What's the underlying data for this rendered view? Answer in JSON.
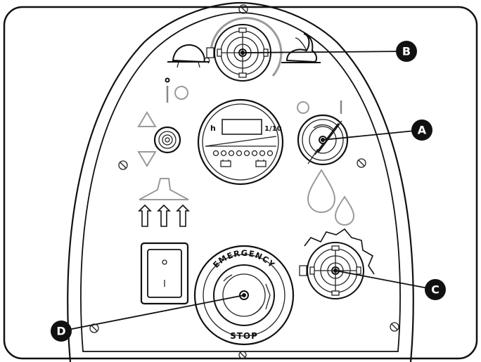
{
  "display": {
    "unit_left": "h",
    "unit_right": "1/10"
  },
  "emergency_stop": {
    "top_label": "EMERGENCY",
    "bottom_label": "STOP"
  },
  "callouts": {
    "a": "A",
    "b": "B",
    "c": "C",
    "d": "D"
  },
  "icons": {
    "speed_slow": "tortoise-icon",
    "speed_fast": "hare-icon",
    "key_off_on": "power-off-on-icon",
    "info": "info-icon",
    "brush_up_down": "up-down-arrows-icon",
    "vacuum": "vacuum-suction-icon",
    "water_flow": "water-drops-icon",
    "battery": "battery-icon"
  },
  "colors": {
    "line": "#111111",
    "background": "#ffffff",
    "callout_fill": "#111111"
  }
}
